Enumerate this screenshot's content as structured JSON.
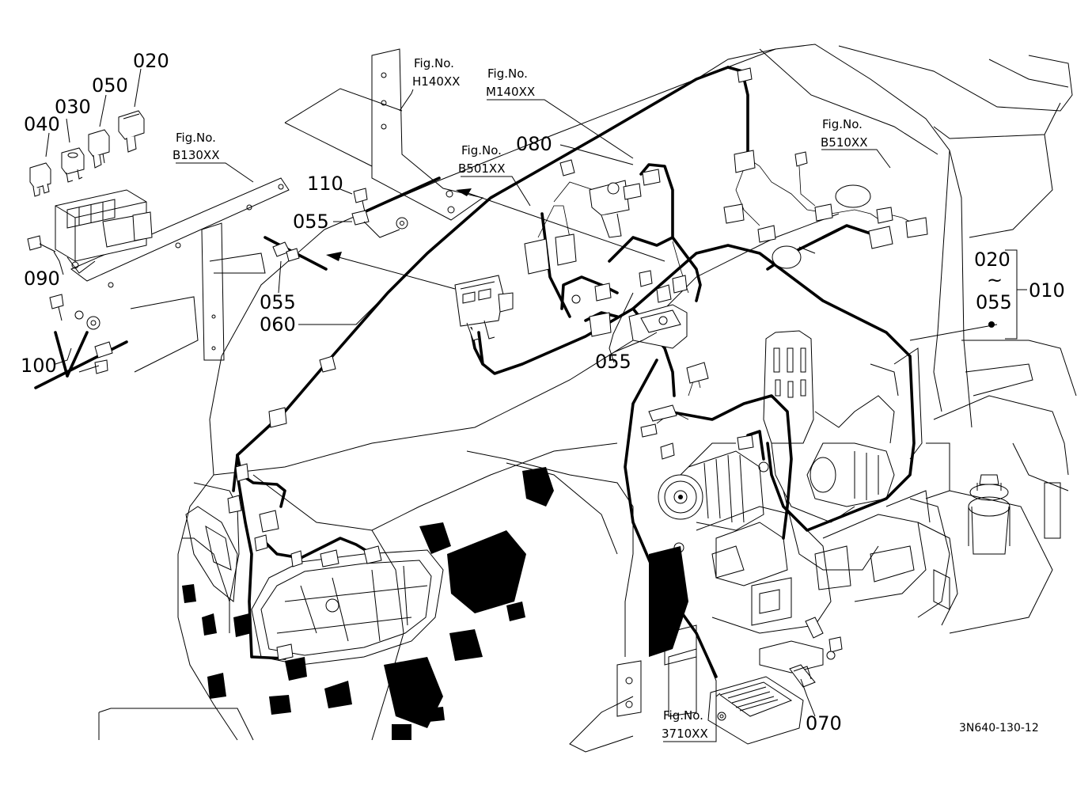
{
  "diagram": {
    "code": "3N640-130-12",
    "fig_refs": [
      {
        "id": "b130",
        "label": "Fig.No.",
        "number": "B130XX"
      },
      {
        "id": "h140",
        "label": "Fig.No.",
        "number": "H140XX"
      },
      {
        "id": "m140",
        "label": "Fig.No.",
        "number": "M140XX"
      },
      {
        "id": "b501",
        "label": "Fig.No.",
        "number": "B501XX"
      },
      {
        "id": "b510",
        "label": "Fig.No.",
        "number": "B510XX"
      },
      {
        "id": "f3710",
        "label": "Fig.No.",
        "number": "3710XX"
      }
    ],
    "callouts": [
      {
        "id": "020a",
        "text": "020"
      },
      {
        "id": "050",
        "text": "050"
      },
      {
        "id": "030",
        "text": "030"
      },
      {
        "id": "040",
        "text": "040"
      },
      {
        "id": "090",
        "text": "090"
      },
      {
        "id": "100",
        "text": "100"
      },
      {
        "id": "110",
        "text": "110"
      },
      {
        "id": "055a",
        "text": "055"
      },
      {
        "id": "055b",
        "text": "055"
      },
      {
        "id": "060",
        "text": "060"
      },
      {
        "id": "080",
        "text": "080"
      },
      {
        "id": "055c",
        "text": "055"
      },
      {
        "id": "070",
        "text": "070"
      }
    ],
    "range_group": {
      "from": "020",
      "tilde": "~",
      "to": "055",
      "assembly": "010"
    }
  }
}
